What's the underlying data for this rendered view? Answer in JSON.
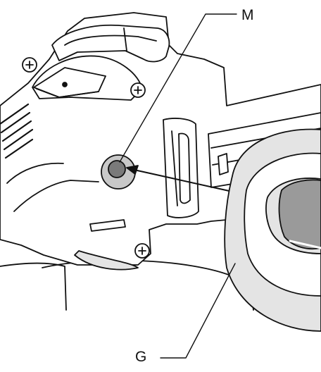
{
  "diagram": {
    "callouts": [
      {
        "id": "M",
        "label": "M"
      },
      {
        "id": "G",
        "label": "G"
      }
    ],
    "colors": {
      "line": "#111111",
      "body": "#ffffff",
      "shade_light": "#e4e4e4",
      "shade_mid": "#c8c8c8",
      "shade_dark": "#7a7a7a",
      "handle": "#9a9a9a"
    }
  }
}
